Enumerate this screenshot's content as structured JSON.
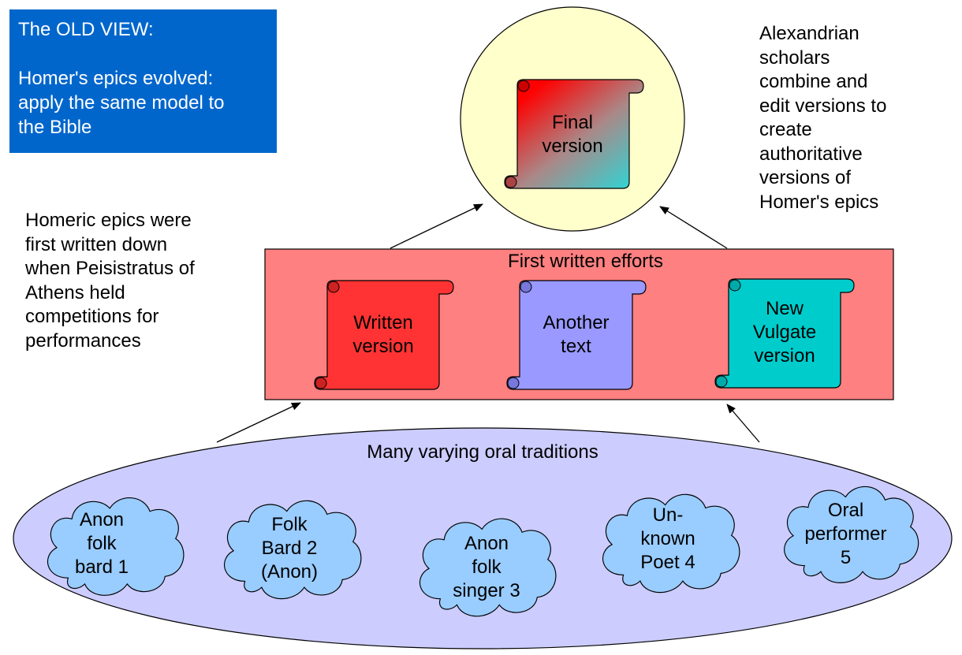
{
  "old_view": {
    "title": "The OLD VIEW:",
    "lines": [
      "Homer's epics evolved:",
      "apply the same model to",
      "the Bible"
    ]
  },
  "alexandrian_note": [
    "Alexandrian",
    "scholars",
    "combine and",
    "edit versions to",
    "create",
    "authoritative",
    "versions of",
    "Homer's epics"
  ],
  "peisistratus_note": [
    "Homeric epics were",
    "first written down",
    "when Peisistratus of",
    "Athens held",
    "competitions for",
    "performances"
  ],
  "final": {
    "lines": [
      "Final",
      "version"
    ]
  },
  "written_efforts": {
    "title": "First written efforts",
    "scrolls": [
      {
        "lines": [
          "Written",
          "version"
        ],
        "color": "#ff3333"
      },
      {
        "lines": [
          "Another",
          "text"
        ],
        "color": "#9999ff"
      },
      {
        "lines": [
          "New",
          "Vulgate",
          "version"
        ],
        "color": "#00cccc"
      }
    ]
  },
  "oral": {
    "title": "Many varying oral traditions",
    "clouds": [
      {
        "lines": [
          "Anon",
          "folk",
          "bard 1"
        ]
      },
      {
        "lines": [
          "Folk",
          "Bard 2",
          "(Anon)"
        ]
      },
      {
        "lines": [
          "Anon",
          "folk",
          "singer 3"
        ]
      },
      {
        "lines": [
          "Un-",
          "known",
          "Poet 4"
        ]
      },
      {
        "lines": [
          "Oral",
          "performer",
          "5"
        ]
      }
    ]
  },
  "colors": {
    "blue_box": "#0066cc",
    "circle_fill": "#ffffcc",
    "efforts_fill": "#ff8080",
    "ellipse_fill": "#ccccff",
    "cloud_fill": "#99ccff"
  }
}
